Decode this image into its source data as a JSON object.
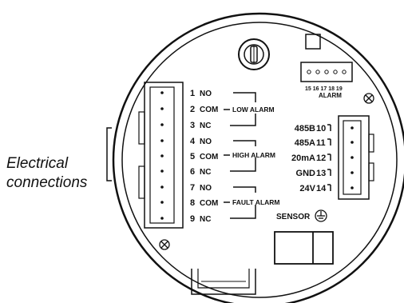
{
  "caption": {
    "line1": "Electrical",
    "line2": "connections"
  },
  "left_terminals": [
    {
      "num": "1",
      "label": "NO"
    },
    {
      "num": "2",
      "label": "COM"
    },
    {
      "num": "3",
      "label": "NC"
    },
    {
      "num": "4",
      "label": "NO"
    },
    {
      "num": "5",
      "label": "COM"
    },
    {
      "num": "6",
      "label": "NC"
    },
    {
      "num": "7",
      "label": "NO"
    },
    {
      "num": "8",
      "label": "COM"
    },
    {
      "num": "9",
      "label": "NC"
    }
  ],
  "alarm_groups": [
    "LOW ALARM",
    "HIGH ALARM",
    "FAULT ALARM"
  ],
  "right_terminals": [
    {
      "label": "485B",
      "num": "10"
    },
    {
      "label": "485A",
      "num": "11"
    },
    {
      "label": "20mA",
      "num": "12"
    },
    {
      "label": "GND",
      "num": "13"
    },
    {
      "label": "24V",
      "num": "14"
    }
  ],
  "alarm_connector": {
    "pins": "15 16 17 18 19",
    "title": "ALARM"
  },
  "sensor_label": "SENSOR",
  "icons": [
    "ground-icon",
    "screw-icon",
    "key-lock-icon"
  ]
}
